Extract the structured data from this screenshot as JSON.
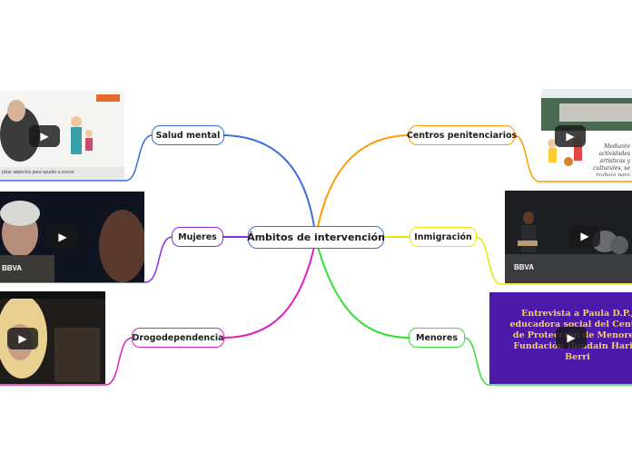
{
  "central": {
    "label": "Ámbitos de intervención"
  },
  "branches": {
    "salud_mental": {
      "label": "Salud mental",
      "color": "#3a6fd8"
    },
    "mujeres": {
      "label": "Mujeres",
      "color": "#8a2be2"
    },
    "drogodependencia": {
      "label": "Drogodependencia",
      "color": "#e020c0"
    },
    "centros_penitenciarios": {
      "label": "Centros penitenciarios",
      "color": "#ff9900"
    },
    "inmigracion": {
      "label": "Inmigración",
      "color": "#e8e800"
    },
    "menores": {
      "label": "Menores",
      "color": "#33dd33"
    }
  },
  "videos": {
    "salud_mental": {
      "caption": "pizar aspectos para ayudar a crecer"
    },
    "mujeres": {
      "logo": "BBVA"
    },
    "centros_penitenciarios": {
      "caption": "Mediante actividades artísticas y culturales, se trabaja para su desarrollo personal"
    },
    "inmigracion": {
      "logo": "BBVA"
    },
    "menores": {
      "text": "Entrevista a Paula D.P., educadora social del Centro de Protección de Menores, Fundación Ilundain Haritz Berri"
    }
  }
}
